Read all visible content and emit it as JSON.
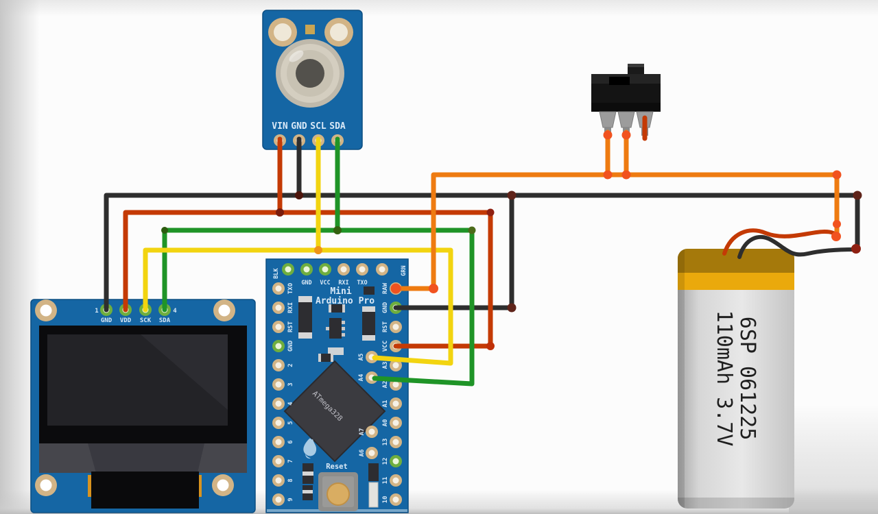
{
  "colors": {
    "board_blue": "#1566a4",
    "wire_red": "#c43a05",
    "wire_black": "#2e2e2e",
    "wire_yellow": "#f2d410",
    "wire_green": "#1f9427",
    "wire_orange": "#ee7b11"
  },
  "ir_sensor": {
    "pin_labels": [
      "VIN",
      "GND",
      "SCL",
      "SDA"
    ]
  },
  "oled_display": {
    "pin_labels": [
      "GND",
      "VDD",
      "SCK",
      "SDA"
    ],
    "first_pin_number": "1",
    "last_pin_number": "4"
  },
  "arduino_pro_mini": {
    "silkscreen_line1": "Mini",
    "silkscreen_line2": "Arduino Pro",
    "chip_label": "ATmega328",
    "reset_label": "Reset",
    "corner_label_left": "BLK",
    "corner_label_right": "GRN",
    "top_pin_labels": [
      "GND",
      "VCC",
      "RXI",
      "TXO"
    ],
    "left_pin_labels": [
      "TXO",
      "RXI",
      "RST",
      "GND",
      "2",
      "3",
      "4",
      "5",
      "6",
      "7",
      "8",
      "9"
    ],
    "right_pin_labels": [
      "RAW",
      "GND",
      "RST",
      "VCC",
      "A3",
      "A2",
      "A1",
      "A0",
      "13",
      "12",
      "11",
      "10"
    ],
    "inner_pin_labels": [
      "A5",
      "A4",
      "A7",
      "A6"
    ]
  },
  "battery": {
    "label_line1": "6SP 061225",
    "label_line2": "110mAh 3.7V"
  }
}
